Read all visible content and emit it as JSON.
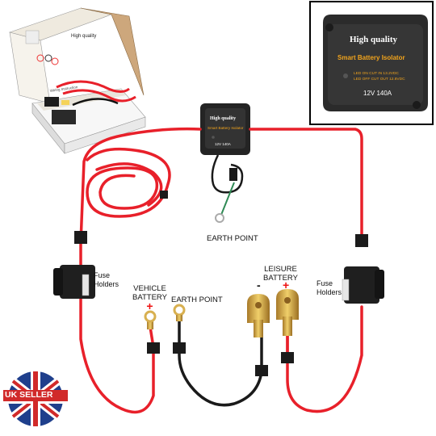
{
  "inset": {
    "brand": "High quality",
    "title": "Smart Battery Isolator",
    "led_on": "LED ON CUT IN 13.2VDC",
    "led_off": "LED OFF CUT OUT 12.8VDC",
    "rating": "12V 140A"
  },
  "device": {
    "brand": "High quality",
    "title": "Smart Battery Isolator",
    "rating": "12V 140A"
  },
  "box": {
    "brand": "High quality",
    "caption": "Wiring Instruction"
  },
  "labels": {
    "earth_point_top": "EARTH POINT",
    "earth_point_bottom": "EARTH POINT",
    "fuse_left_1": "Fuse",
    "fuse_left_2": "Holders",
    "fuse_right_1": "Fuse",
    "fuse_right_2": "Holders",
    "vehicle_1": "VEHICLE",
    "vehicle_2": "BATTERY",
    "vehicle_sign": "+",
    "leisure_1": "LEISURE",
    "leisure_2": "BATTERY",
    "leisure_minus": "-",
    "leisure_plus": "+"
  },
  "badge": {
    "text": "UK SELLER"
  },
  "colors": {
    "wire_red": "#e8202a",
    "wire_black": "#1a1a1a",
    "housing": "#242424",
    "accent_text": "#f2a41c"
  }
}
